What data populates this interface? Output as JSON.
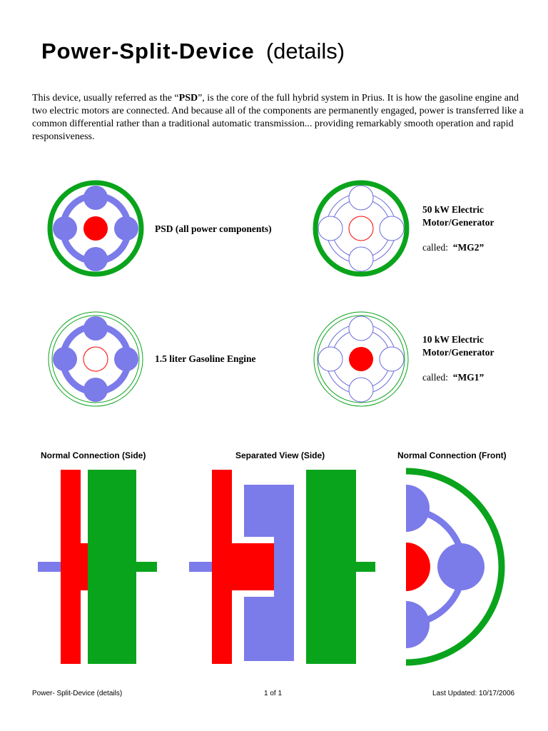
{
  "title": {
    "main": "Power-Split-Device",
    "sub": "(details)"
  },
  "intro": {
    "part1": "This device, usually referred as the “",
    "bold": "PSD",
    "part2": "”, is the core of the full hybrid system in Prius.  It is how the gasoline engine and two electric motors are connected.  And because all of the components are permanently engaged, power is transferred like a common differential rather than a traditional automatic transmission... providing remarkably smooth operation and rapid responsiveness."
  },
  "components": {
    "psd": {
      "label": "PSD  (all power components)"
    },
    "mg2": {
      "line1": "50 kW  Electric",
      "line2": "Motor/Generator",
      "called": "called:  ",
      "name": "“MG2”"
    },
    "engine": {
      "label": "1.5 liter  Gasoline Engine"
    },
    "mg1": {
      "line1": "10 kW  Electric",
      "line2": "Motor/Generator",
      "called": "called:  ",
      "name": "“MG1”"
    }
  },
  "views": {
    "normal_side": "Normal Connection (Side)",
    "separated_side": "Separated View (Side)",
    "normal_front": "Normal Connection (Front)"
  },
  "footer": {
    "left": "Power- Split-Device (details)",
    "center": "1 of 1",
    "right": "Last Updated:  10/17/2006"
  },
  "colors": {
    "green": "#0aa41c",
    "red": "#ff0000",
    "blue": "#7b7bea",
    "blue_outline": "#6b6bdc"
  }
}
